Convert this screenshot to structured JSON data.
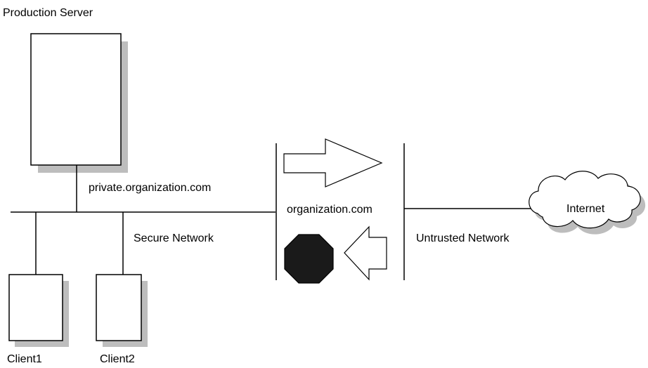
{
  "labels": {
    "production_server": "Production Server",
    "private_host": "private.organization.com",
    "secure_network": "Secure Network",
    "firewall_host": "organization.com",
    "untrusted_network": "Untrusted Network",
    "internet": "Internet",
    "client1": "Client1",
    "client2": "Client2"
  },
  "colors": {
    "line": "#000000",
    "shadow": "#bdbdbd",
    "box_fill": "#ffffff",
    "stop_fill": "#1a1a1a"
  },
  "icons": {
    "outbound_arrow": "arrow-right-outline",
    "inbound_arrow": "arrow-left-outline",
    "blocked": "stop-octagon",
    "internet": "cloud"
  }
}
